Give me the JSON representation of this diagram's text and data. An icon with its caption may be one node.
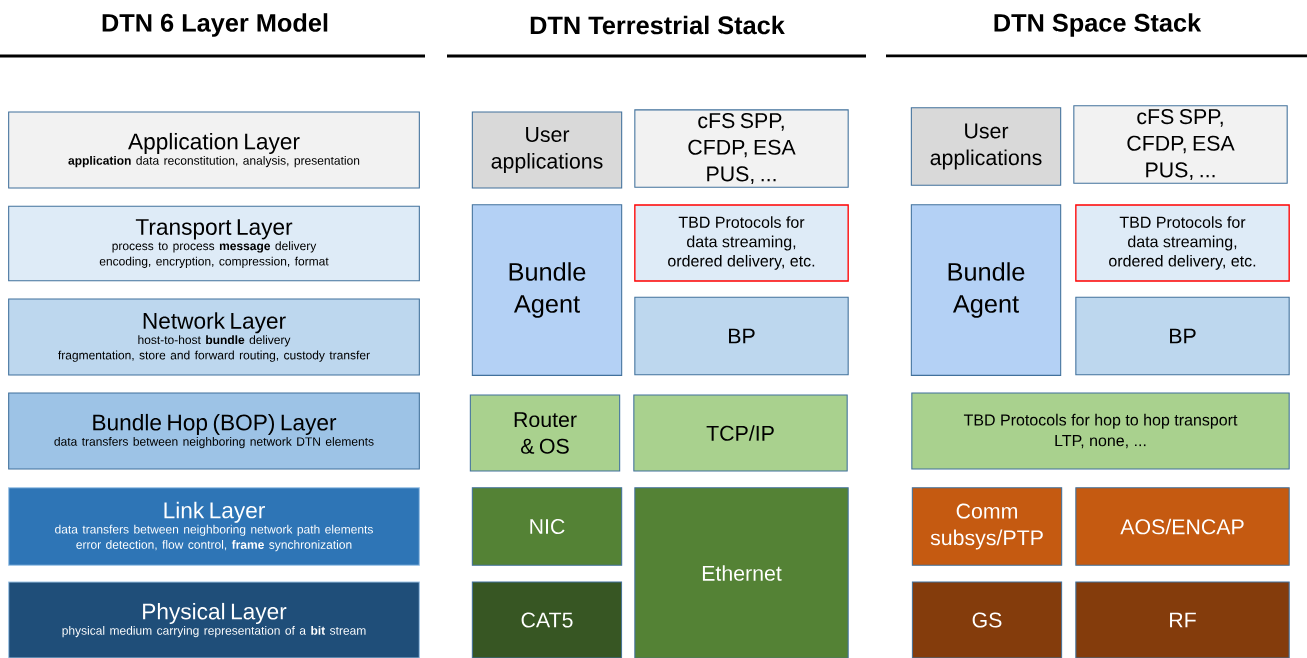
{
  "diagram": {
    "nodes": [
      {
        "text": [
          "Application Layer",
          "**application** data reconstitution, analysis, presentation"
        ]
      },
      {
        "text": [
          "Transport Layer",
          "process to process **message** delivery",
          "encoding, encryption, compression, format"
        ]
      },
      {
        "text": [
          "Network Layer",
          "host-to-host **bundle** delivery",
          "fragmentation, store and forward routing, custody transfer"
        ]
      },
      {
        "text": [
          "Bundle Hop (BOP) Layer",
          "data transfers between neighboring network DTN elements"
        ]
      },
      {
        "text": [
          "Link Layer",
          "data transfers between neighboring network path elements",
          "error detection, flow control, **frame** synchronization"
        ]
      },
      {
        "text": [
          "Physical Layer",
          "physical medium carrying representation of a **bit** stream"
        ]
      },
      {
        "text": [
          "User applications"
        ]
      },
      {
        "text": [
          "cFS SPP, CFDP, ESA PUS, ..."
        ]
      },
      {
        "text": [
          "Bundle Agent"
        ]
      },
      {
        "text": [
          "TBD Protocols for data streaming, ordered delivery, etc."
        ]
      },
      {
        "text": [
          "BP"
        ]
      },
      {
        "text": [
          "Router & OS"
        ]
      },
      {
        "text": [
          "TCP/IP"
        ]
      },
      {
        "text": [
          "NIC"
        ]
      },
      {
        "text": [
          "Ethernet"
        ]
      },
      {
        "text": [
          "CAT5"
        ]
      },
      {
        "text": [
          "User applications"
        ]
      },
      {
        "text": [
          "cFS SPP, CFDP, ESA PUS, ..."
        ]
      },
      {
        "text": [
          "Bundle Agent"
        ]
      },
      {
        "text": [
          "TBD Protocols for data streaming, ordered delivery, etc."
        ]
      },
      {
        "text": [
          "BP"
        ]
      },
      {
        "text": [
          "TBD Protocols for hop to hop transport",
          "LTP, none, ..."
        ]
      },
      {
        "text": [
          "Comm subsys/PTP"
        ]
      },
      {
        "text": [
          "AOS/ENCAP"
        ]
      },
      {
        "text": [
          "GS"
        ]
      },
      {
        "text": [
          "RF"
        ]
      }
    ],
    "labels": [
      "DTN 6 Layer Model",
      "DTN Terrestrial Stack",
      "DTN Space Stack"
    ]
  }
}
